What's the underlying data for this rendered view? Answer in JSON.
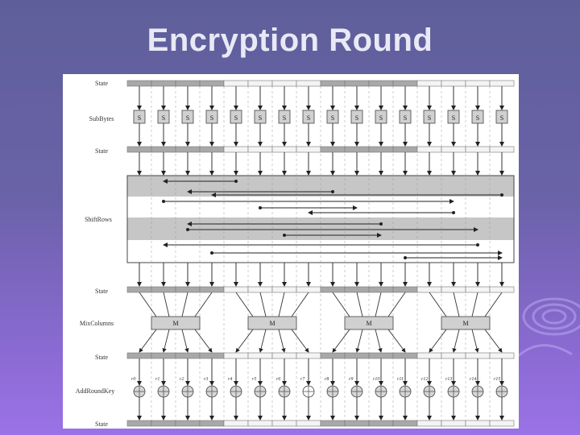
{
  "slide": {
    "title": "Encryption Round"
  },
  "diagram": {
    "state_label": "State",
    "stage_labels": {
      "state": "State",
      "subbytes": "SubBytes",
      "shiftrows": "ShiftRows",
      "mixcolumns": "MixColumns",
      "addroundkey": "AddRoundKey"
    },
    "sbox_label": "S",
    "mix_label": "M",
    "key_labels": [
      "r0",
      "r1",
      "r2",
      "r3",
      "r4",
      "r5",
      "r6",
      "r7",
      "r8",
      "r9",
      "r10",
      "r11",
      "r12",
      "r13",
      "r14",
      "r15"
    ],
    "colors": {
      "state_bar": "#c8c8c8",
      "state_highlight": "#a8a8a8",
      "band_gray": "#c6c6c6",
      "box_fill": "#d0d0d0",
      "line": "#333333"
    }
  }
}
